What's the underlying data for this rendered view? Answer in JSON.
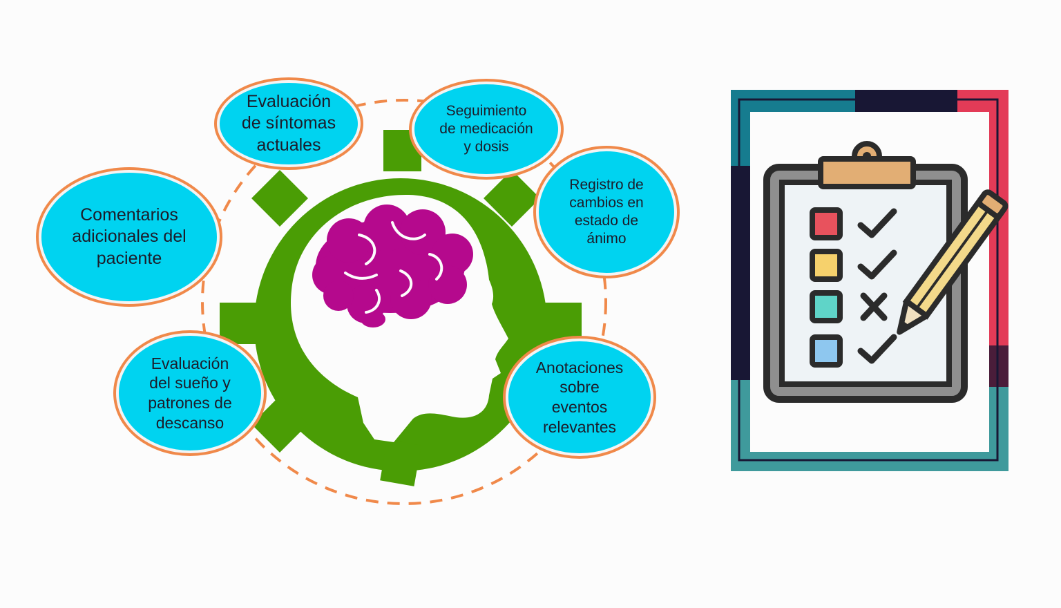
{
  "colors": {
    "bubble_fill": "#00d3f0",
    "bubble_ring": "#f0894a",
    "gear": "#4a9d05",
    "brain": "#b5098d",
    "dashed_circle": "#f0894a",
    "frame_teal": "#3f9a9c",
    "frame_navy": "#181734",
    "frame_red": "#e33b57"
  },
  "center_icon": "head-gear-brain-icon",
  "side_icon": "clipboard-checklist-pencil-icon",
  "bubbles": [
    {
      "id": "symptoms",
      "text": "Evaluación\nde síntomas\nactuales"
    },
    {
      "id": "medication",
      "text": "Seguimiento\nde medicación\ny dosis"
    },
    {
      "id": "mood",
      "text": "Registro de\ncambios en\nestado de\nánimo"
    },
    {
      "id": "comments",
      "text": "Comentarios\nadicionales del\npaciente"
    },
    {
      "id": "sleep",
      "text": "Evaluación\ndel sueño y\npatrones de\ndescanso"
    },
    {
      "id": "events",
      "text": "Anotaciones\nsobre\neventos\nrelevantes"
    }
  ],
  "checklist": [
    {
      "box_color": "#e8525d",
      "mark": "check"
    },
    {
      "box_color": "#f6d16c",
      "mark": "check"
    },
    {
      "box_color": "#5fd4c8",
      "mark": "cross"
    },
    {
      "box_color": "#8ec7ef",
      "mark": "check"
    }
  ]
}
